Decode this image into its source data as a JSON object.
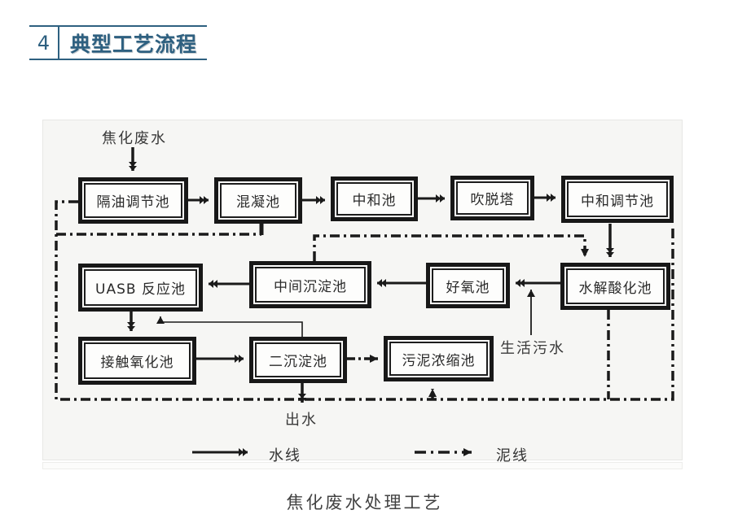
{
  "header": {
    "number": "4",
    "title": "典型工艺流程"
  },
  "diagram": {
    "source_label": "焦化废水",
    "boxes": {
      "geyou": "隔油调节池",
      "hunning": "混凝池",
      "zhonghe": "中和池",
      "chuituo": "吹脱塔",
      "zhonghe_tiaojie": "中和调节池",
      "uasb": "UASB 反应池",
      "zhongjian": "中间沉淀池",
      "haoyang": "好氧池",
      "shuijie": "水解酸化池",
      "jiechu": "接触氧化池",
      "erchen": "二沉淀池",
      "wuni": "污泥浓缩池"
    },
    "labels": {
      "shenghuo": "生活污水",
      "chushui": "出水"
    },
    "legend": {
      "water": "水线",
      "sludge": "泥线"
    },
    "colors": {
      "line": "#1a1a1a",
      "accent": "#2e6080",
      "figure_bg": "#f6f6f4"
    }
  },
  "caption": "焦化废水处理工艺"
}
